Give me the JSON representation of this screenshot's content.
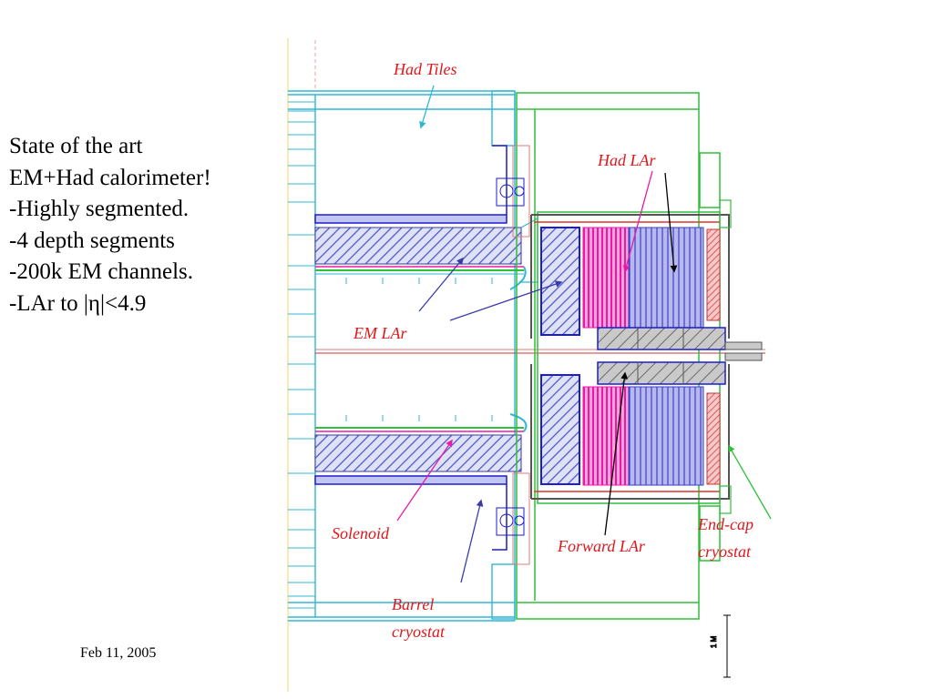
{
  "bullets": [
    "State of the art",
    "EM+Had calorimeter!",
    "-Highly segmented.",
    "-4 depth segments",
    "-200k EM channels.",
    "-LAr to |η|<4.9"
  ],
  "footer": {
    "date": "Feb 11, 2005"
  },
  "diagram": {
    "labels": {
      "had_tiles": "Had Tiles",
      "had_lar": "Had LAr",
      "em_lar": "EM LAr",
      "solenoid": "Solenoid",
      "barrel_cryostat_line1": "Barrel",
      "barrel_cryostat_line2": "cryostat",
      "forward_lar": "Forward LAr",
      "endcap_cryostat_line1": "End-cap",
      "endcap_cryostat_line2": "cryostat"
    },
    "scale_label": "1 M",
    "colors": {
      "label_red": "#e0171a",
      "cyan_structure": "#31b7d6",
      "green_structure": "#2fbf3a",
      "blue_structure": "#1c1cd0",
      "magenta": "#e81aa8",
      "hatch_blue": "#4b55c9"
    }
  }
}
